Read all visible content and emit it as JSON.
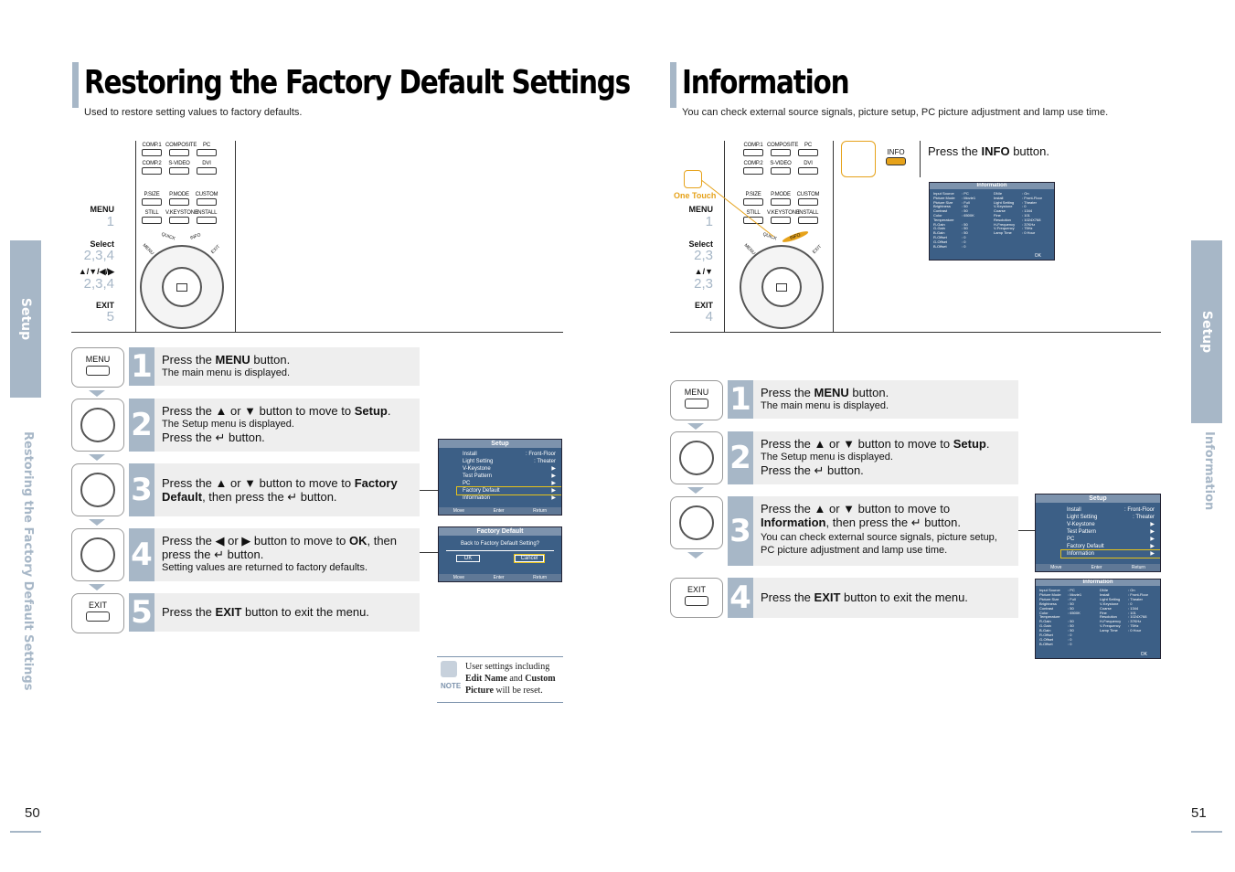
{
  "left": {
    "title": "Restoring the Factory Default Settings",
    "subtitle": "Used to restore setting values to factory defaults.",
    "side_tab": "Setup",
    "side_sub": "Restoring the Factory Default Settings",
    "page_number": "50",
    "remote_labels": [
      {
        "name": "MENU",
        "num": "1"
      },
      {
        "name": "Select",
        "num": "2,3,4"
      },
      {
        "name": "▲/▼/◀/▶",
        "num": "2,3,4"
      },
      {
        "name": "EXIT",
        "num": "5"
      }
    ],
    "steps": [
      {
        "num": "1",
        "icon": "MENU",
        "pre": "Press the ",
        "bold": "MENU",
        "post": " button.",
        "small": "The main menu is displayed."
      },
      {
        "num": "2",
        "pre": "Press the ▲ or ▼ button to move to ",
        "bold": "Setup",
        "post": ".",
        "small": "The Setup menu is displayed.",
        "extra": "Press the ↵ button."
      },
      {
        "num": "3",
        "pre": "Press the ▲ or ▼ button to move to ",
        "bold": "Factory Default",
        "post": ", then press the ↵ button."
      },
      {
        "num": "4",
        "pre": "Press the ◀ or ▶ button to move to ",
        "bold": "OK",
        "post": ", then press the ↵ button.",
        "small": "Setting values are returned to factory defaults."
      },
      {
        "num": "5",
        "icon": "EXIT",
        "pre": "Press the ",
        "bold": "EXIT",
        "post": " button to exit the menu."
      }
    ],
    "osd_setup": {
      "title": "Setup",
      "items": [
        {
          "label": "Install",
          "value": ": Front-Floor"
        },
        {
          "label": "Light Setting",
          "value": ": Theater"
        },
        {
          "label": "V-Keystone",
          "value": ""
        },
        {
          "label": "Test Pattern",
          "value": ""
        },
        {
          "label": "PC",
          "value": ""
        },
        {
          "label": "Factory Default",
          "value": ""
        },
        {
          "label": "Information",
          "value": ""
        }
      ],
      "footer": [
        "Move",
        "Enter",
        "Return"
      ]
    },
    "osd_factory": {
      "title": "Factory Default",
      "question": "Back to Factory Default Setting?",
      "ok": "OK",
      "cancel": "Cancel",
      "footer": [
        "Move",
        "Enter",
        "Return"
      ]
    },
    "note": {
      "label": "NOTE",
      "line1": "User settings including",
      "edit": "Edit Name",
      "and": " and ",
      "custom": "Custom",
      "picture": "Picture",
      "tail": " will be reset."
    }
  },
  "right": {
    "title": "Information",
    "subtitle": "You can check external source signals, picture setup, PC picture adjustment and lamp use time.",
    "side_tab": "Setup",
    "side_sub": "Information",
    "page_number": "51",
    "one_touch": "One Touch",
    "info_key": "INFO",
    "info_instruction_pre": "Press the ",
    "info_instruction_bold": "INFO",
    "info_instruction_post": " button.",
    "remote_labels": [
      {
        "name": "MENU",
        "num": "1"
      },
      {
        "name": "Select",
        "num": "2,3"
      },
      {
        "name": "▲/▼",
        "num": "2,3"
      },
      {
        "name": "EXIT",
        "num": "4"
      }
    ],
    "steps": [
      {
        "num": "1",
        "pre": "Press the ",
        "bold": "MENU",
        "post": " button.",
        "small": "The main menu is displayed."
      },
      {
        "num": "2",
        "pre": "Press the ▲ or ▼ button to move to ",
        "bold": "Setup",
        "post": ".",
        "small": "The Setup menu is displayed.",
        "extra": "Press the ↵ button."
      },
      {
        "num": "3",
        "pre": "Press the ▲ or ▼ button to move to ",
        "bold": "Information",
        "post": ", then press the ↵ button.",
        "small": "You can check external source signals, picture setup, PC picture adjustment and lamp use time."
      },
      {
        "num": "4",
        "pre": "Press the ",
        "bold": "EXIT",
        "post": " button to exit the menu."
      }
    ],
    "osd_info": {
      "title": "Information",
      "col1": [
        [
          "Input Source",
          ": PC"
        ],
        [
          "Picture Mode",
          ": Movie1"
        ],
        [
          "Picture Size",
          ": Full"
        ],
        [
          "Brightness",
          ": 50"
        ],
        [
          "Contrast",
          ": 50"
        ],
        [
          "Color Temperature",
          ": 6500K"
        ],
        [
          "R-Gain",
          ": 50"
        ],
        [
          "G-Gain",
          ": 50"
        ],
        [
          "B-Gain",
          ": 50"
        ],
        [
          "R-Offset",
          ": 0"
        ],
        [
          "G-Offset",
          ": 0"
        ],
        [
          "B-Offset",
          ": 0"
        ]
      ],
      "col2": [
        [
          "DNIe",
          ": On"
        ],
        [
          "Install",
          ": Front-Floor"
        ],
        [
          "Light Setting",
          ": Theater"
        ],
        [
          "V-Keystone",
          ": 0"
        ],
        [
          "Coarse",
          ": 1344"
        ],
        [
          "Fine",
          ": 101"
        ],
        [
          "Resolution",
          ": 1024X768"
        ],
        [
          "H-Frequency",
          ": 37KHz"
        ],
        [
          "V-Frequency",
          ": 75Hz"
        ],
        [
          "Lamp Time",
          ": 0 Hour"
        ]
      ],
      "ok": "OK"
    },
    "osd_setup": {
      "title": "Setup",
      "items": [
        {
          "label": "Install",
          "value": ": Front-Floor"
        },
        {
          "label": "Light Setting",
          "value": ": Theater"
        },
        {
          "label": "V-Keystone",
          "value": ""
        },
        {
          "label": "Test Pattern",
          "value": ""
        },
        {
          "label": "PC",
          "value": ""
        },
        {
          "label": "Factory Default",
          "value": ""
        },
        {
          "label": "Information",
          "value": ""
        }
      ],
      "footer": [
        "Move",
        "Enter",
        "Return"
      ]
    }
  },
  "remote": {
    "row1": [
      "COMP.1",
      "COMPOSITE",
      "PC"
    ],
    "row2": [
      "COMP.2",
      "S-VIDEO",
      "DVI"
    ],
    "row3": [
      "P.SIZE",
      "P.MODE",
      "CUSTOM"
    ],
    "row4": [
      "STILL",
      "V.KEYSTONE",
      "INSTALL"
    ],
    "diag": [
      "MENU",
      "QUICK",
      "INFO",
      "EXIT"
    ]
  },
  "colors": {
    "accent": "#a7b7c7",
    "osd_bg": "#3c5f86",
    "highlight": "#e6a21a"
  }
}
